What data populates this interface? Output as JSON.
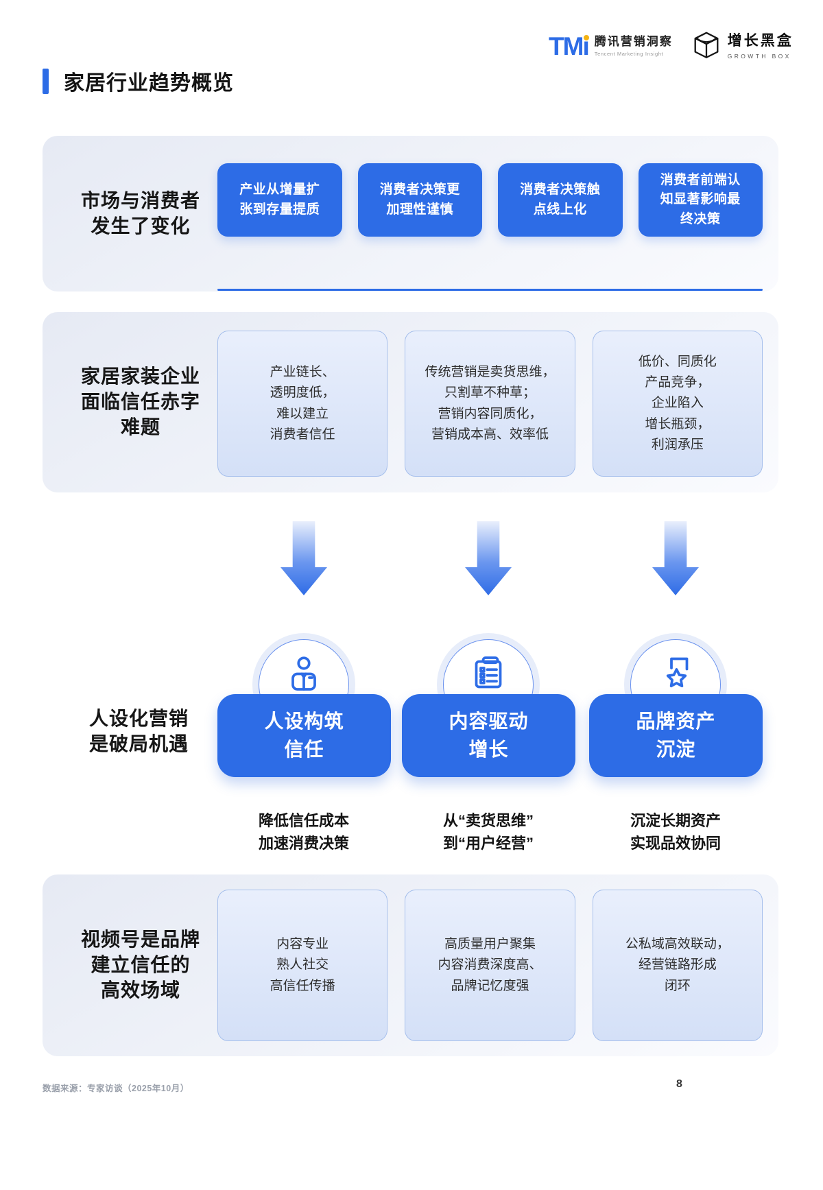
{
  "header": {
    "tmi_mark": "TM",
    "tmi_mark_i": "ı",
    "tmi_cn": "腾讯营销洞察",
    "tmi_en": "Tencent Marketing Insight",
    "growth_cn": "增长黑盒",
    "growth_en": "GROWTH BOX"
  },
  "page_title": "家居行业趋势概览",
  "sections": {
    "market": {
      "label": "市场与消费者\n发生了变化",
      "cards": [
        "产业从增量扩\n张到存量提质",
        "消费者决策更\n加理性谨慎",
        "消费者决策触\n点线上化",
        "消费者前端认\n知显著影响最\n终决策"
      ]
    },
    "trust": {
      "label": "家居家装企业\n面临信任赤字\n难题",
      "cards": [
        "产业链长、\n透明度低，\n难以建立\n消费者信任",
        "传统营销是卖货思维，\n只割草不种草；\n营销内容同质化，\n营销成本高、效率低",
        "低价、同质化\n产品竞争，\n企业陷入\n增长瓶颈，\n利润承压"
      ]
    },
    "persona": {
      "label": "人设化营销\n是破局机遇",
      "icons": [
        "person-icon",
        "clipboard-checklist-icon",
        "star-bookmark-icon"
      ],
      "pills": [
        "人设构筑\n信任",
        "内容驱动\n增长",
        "品牌资产\n沉淀"
      ],
      "descriptions": [
        "降低信任成本\n加速消费决策",
        "从“卖货思维”\n到“用户经营”",
        "沉淀长期资产\n实现品效协同"
      ]
    },
    "channel": {
      "label": "视频号是品牌\n建立信任的\n高效场域",
      "cards": [
        "内容专业\n熟人社交\n高信任传播",
        "高质量用户聚集\n内容消费深度高、\n品牌记忆度强",
        "公私域高效联动，\n经营链路形成\n闭环"
      ]
    }
  },
  "footer": {
    "source": "数据来源：专家访谈（2025年10月）",
    "page_number": "8"
  },
  "colors": {
    "accent_blue": "#2d6ce6",
    "panel_tint": "#e9edf6",
    "light_card_border": "#a6bfec",
    "tmi_dot_yellow": "#f4b313"
  }
}
